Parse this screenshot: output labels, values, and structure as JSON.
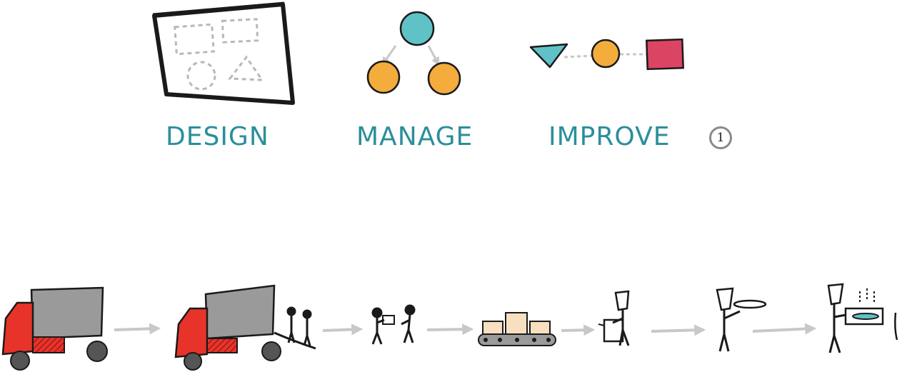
{
  "stages": [
    {
      "label": "DESIGN"
    },
    {
      "label": "MANAGE"
    },
    {
      "label": "IMPROVE"
    }
  ],
  "footnote_marker": "1",
  "colors": {
    "label_teal": "#2a8f9a",
    "node_teal": "#5fc2c6",
    "node_orange": "#f4ac3c",
    "node_red": "#dc4463",
    "truck_red": "#e8332a",
    "truck_grey": "#9a9a9a",
    "box_beige": "#f8dfc0",
    "arrow_grey": "#c8c8c8",
    "ink": "#1a1a1a"
  },
  "icons": [
    "blueprint-board-icon",
    "hierarchy-icon",
    "process-chain-icon",
    "truck-icon",
    "truck-unloading-icon",
    "worker-pair-icon",
    "conveyor-belt-icon",
    "worker-carrying-box-icon",
    "chef-tossing-icon",
    "chef-cooking-icon"
  ]
}
